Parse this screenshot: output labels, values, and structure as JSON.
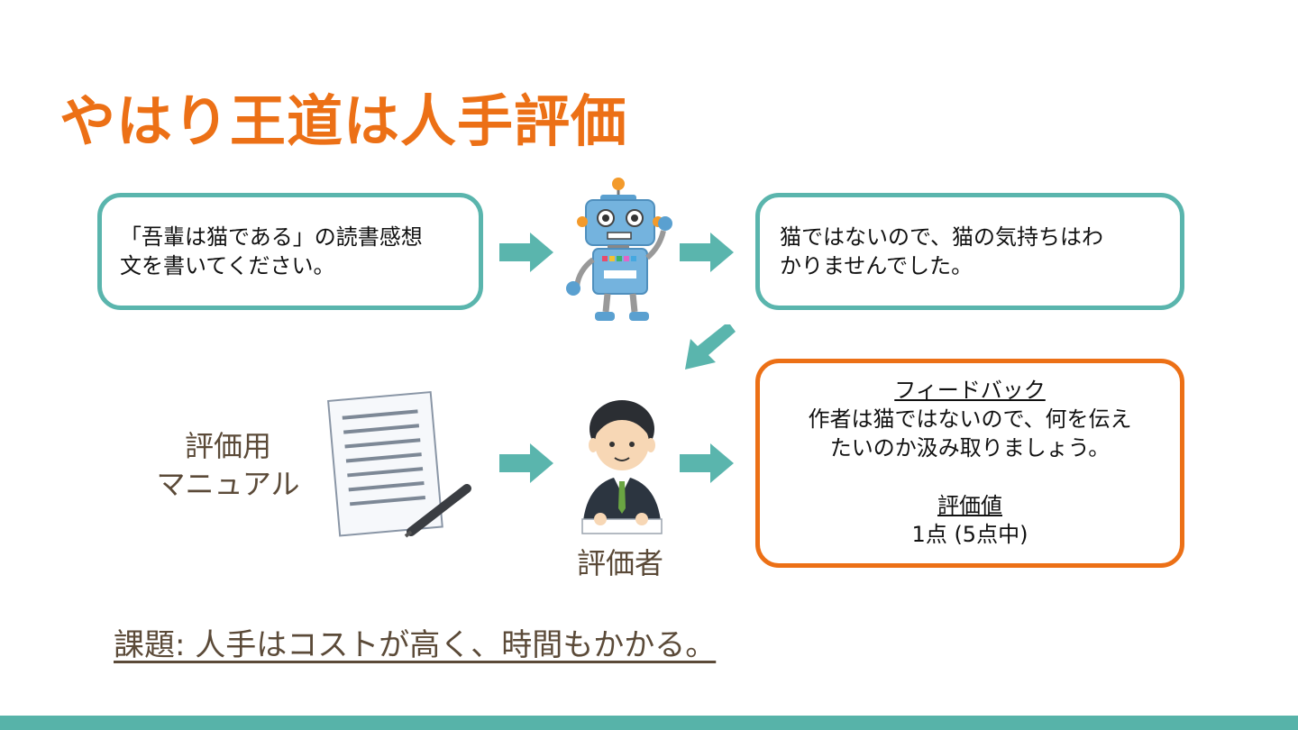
{
  "slide": {
    "title": "やはり王道は人手評価",
    "prompt_box": {
      "line1": "「吾輩は猫である」の読書感想",
      "line2": "文を書いてください。"
    },
    "response_box": {
      "line1": "猫ではないので、猫の気持ちはわ",
      "line2": "かりませんでした。"
    },
    "feedback_box": {
      "feedback_heading": "フィードバック",
      "feedback_line1": "作者は猫ではないので、何を伝え",
      "feedback_line2": "たいのか汲み取りましょう。",
      "score_heading": "評価値",
      "score_value": "1点 (5点中)"
    },
    "manual_label": {
      "line1": "評価用",
      "line2": "マニュアル"
    },
    "evaluator_label": "評価者",
    "bottom_note": "課題: 人手はコストが高く、時間もかかる。"
  },
  "colors": {
    "accent_orange": "#ec7016",
    "teal": "#5ab5ad",
    "label_brown": "#5b4a38"
  },
  "icons": [
    "robot-icon",
    "evaluation-manual-icon",
    "pen-icon",
    "evaluator-person-icon",
    "arrow-right-icon",
    "arrow-down-left-icon"
  ]
}
